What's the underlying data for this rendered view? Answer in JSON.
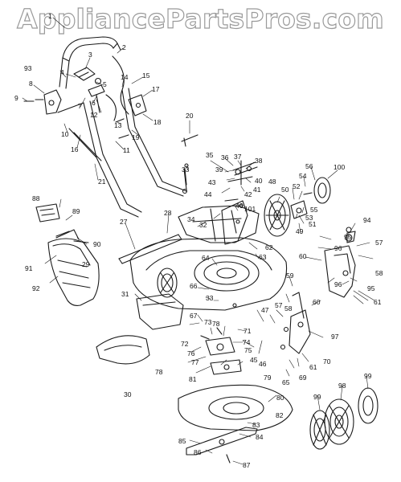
{
  "watermark": "AppliancePartsPros.com",
  "callouts": [
    {
      "id": "c1",
      "text": "1"
    },
    {
      "id": "c2",
      "text": "2"
    },
    {
      "id": "c3",
      "text": "3"
    },
    {
      "id": "c4",
      "text": "4"
    },
    {
      "id": "c5",
      "text": "5"
    },
    {
      "id": "c6",
      "text": "6"
    },
    {
      "id": "c7",
      "text": "7"
    },
    {
      "id": "c8",
      "text": "8"
    },
    {
      "id": "c9",
      "text": "9"
    },
    {
      "id": "c10",
      "text": "10"
    },
    {
      "id": "c11",
      "text": "11"
    },
    {
      "id": "c12",
      "text": "12"
    },
    {
      "id": "c13",
      "text": "13"
    },
    {
      "id": "c14",
      "text": "14"
    },
    {
      "id": "c15",
      "text": "15"
    },
    {
      "id": "c16",
      "text": "16"
    },
    {
      "id": "c17",
      "text": "17"
    },
    {
      "id": "c18",
      "text": "18"
    },
    {
      "id": "c19",
      "text": "19"
    },
    {
      "id": "c20",
      "text": "20"
    },
    {
      "id": "c21",
      "text": "21"
    },
    {
      "id": "c27",
      "text": "27"
    },
    {
      "id": "c28",
      "text": "28"
    },
    {
      "id": "c29",
      "text": "29"
    },
    {
      "id": "c30",
      "text": "30"
    },
    {
      "id": "c31",
      "text": "31"
    },
    {
      "id": "c32",
      "text": "32"
    },
    {
      "id": "c33a",
      "text": "33"
    },
    {
      "id": "c33b",
      "text": "33"
    },
    {
      "id": "c34",
      "text": "34"
    },
    {
      "id": "c35",
      "text": "35"
    },
    {
      "id": "c36",
      "text": "36"
    },
    {
      "id": "c37",
      "text": "37"
    },
    {
      "id": "c38",
      "text": "38"
    },
    {
      "id": "c39",
      "text": "39"
    },
    {
      "id": "c40",
      "text": "40"
    },
    {
      "id": "c41",
      "text": "41"
    },
    {
      "id": "c42",
      "text": "42"
    },
    {
      "id": "c43",
      "text": "43"
    },
    {
      "id": "c44",
      "text": "44"
    },
    {
      "id": "c45",
      "text": "45"
    },
    {
      "id": "c46a",
      "text": "46"
    },
    {
      "id": "c46b",
      "text": "46"
    },
    {
      "id": "c47",
      "text": "47"
    },
    {
      "id": "c48",
      "text": "48"
    },
    {
      "id": "c49",
      "text": "49"
    },
    {
      "id": "c50",
      "text": "50"
    },
    {
      "id": "c51",
      "text": "51"
    },
    {
      "id": "c52",
      "text": "52"
    },
    {
      "id": "c53",
      "text": "53"
    },
    {
      "id": "c54",
      "text": "54"
    },
    {
      "id": "c55",
      "text": "55"
    },
    {
      "id": "c56",
      "text": "56"
    },
    {
      "id": "c57a",
      "text": "57"
    },
    {
      "id": "c57b",
      "text": "57"
    },
    {
      "id": "c58a",
      "text": "58"
    },
    {
      "id": "c58b",
      "text": "58"
    },
    {
      "id": "c59",
      "text": "59"
    },
    {
      "id": "c60a",
      "text": "60"
    },
    {
      "id": "c60b",
      "text": "60"
    },
    {
      "id": "c61a",
      "text": "61"
    },
    {
      "id": "c61b",
      "text": "61"
    },
    {
      "id": "c62",
      "text": "62"
    },
    {
      "id": "c63",
      "text": "63"
    },
    {
      "id": "c64",
      "text": "64"
    },
    {
      "id": "c65",
      "text": "65"
    },
    {
      "id": "c66",
      "text": "66"
    },
    {
      "id": "c67",
      "text": "67"
    },
    {
      "id": "c69",
      "text": "69"
    },
    {
      "id": "c70",
      "text": "70"
    },
    {
      "id": "c71",
      "text": "71"
    },
    {
      "id": "c72",
      "text": "72"
    },
    {
      "id": "c73",
      "text": "73"
    },
    {
      "id": "c74",
      "text": "74"
    },
    {
      "id": "c75",
      "text": "75"
    },
    {
      "id": "c76",
      "text": "76"
    },
    {
      "id": "c77",
      "text": "77"
    },
    {
      "id": "c78a",
      "text": "78"
    },
    {
      "id": "c78b",
      "text": "78"
    },
    {
      "id": "c79",
      "text": "79"
    },
    {
      "id": "c80",
      "text": "80"
    },
    {
      "id": "c81",
      "text": "81"
    },
    {
      "id": "c82",
      "text": "82"
    },
    {
      "id": "c83",
      "text": "83"
    },
    {
      "id": "c84",
      "text": "84"
    },
    {
      "id": "c85",
      "text": "85"
    },
    {
      "id": "c86",
      "text": "86"
    },
    {
      "id": "c87",
      "text": "87"
    },
    {
      "id": "c88",
      "text": "88"
    },
    {
      "id": "c89",
      "text": "89"
    },
    {
      "id": "c90",
      "text": "90"
    },
    {
      "id": "c91",
      "text": "91"
    },
    {
      "id": "c92",
      "text": "92"
    },
    {
      "id": "c93",
      "text": "93"
    },
    {
      "id": "c94",
      "text": "94"
    },
    {
      "id": "c95a",
      "text": "95"
    },
    {
      "id": "c95b",
      "text": "95"
    },
    {
      "id": "c96a",
      "text": "96"
    },
    {
      "id": "c96b",
      "text": "96"
    },
    {
      "id": "c97",
      "text": "97"
    },
    {
      "id": "c98",
      "text": "98"
    },
    {
      "id": "c99a",
      "text": "99"
    },
    {
      "id": "c99b",
      "text": "99"
    },
    {
      "id": "c100",
      "text": "100"
    },
    {
      "id": "c101",
      "text": "101"
    }
  ]
}
